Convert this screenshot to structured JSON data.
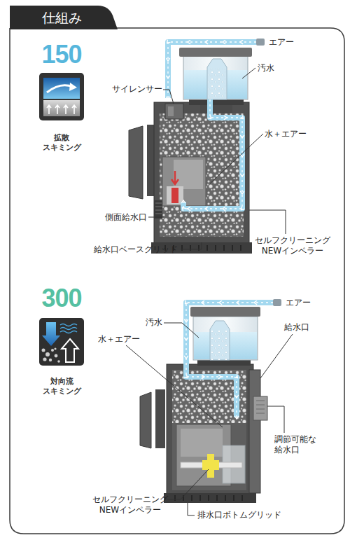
{
  "diagram": {
    "title": "仕組み",
    "nodes": [
      {
        "text": [
          "150",
          "拡散 スキミング"
        ]
      },
      {
        "text": [
          "300",
          "対向流 スキミング"
        ]
      }
    ],
    "labels": [
      "エアー",
      "汚水",
      "サイレンサー",
      "水＋エアー",
      "側面給水口",
      "給水口ベースグリッド",
      "セルフクリーニング NEWインペラー",
      "エアー",
      "汚水",
      "給水口",
      "水＋エアー",
      "調節可能な 給水口",
      "セルフクリーニング NEWインペラー",
      "排水口ボトムグリッド"
    ]
  }
}
